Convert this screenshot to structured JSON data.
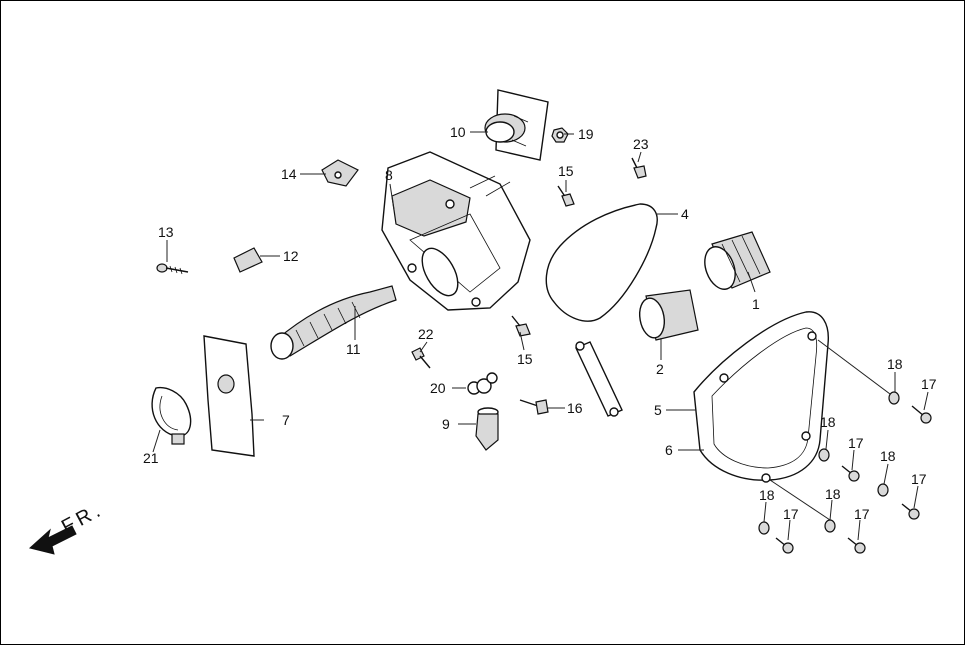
{
  "direction_label": "FR.",
  "callouts": {
    "c1": "1",
    "c2": "2",
    "c4": "4",
    "c5": "5",
    "c6": "6",
    "c7": "7",
    "c8": "8",
    "c9": "9",
    "c10": "10",
    "c11": "11",
    "c12": "12",
    "c13": "13",
    "c14": "14",
    "c15a": "15",
    "c15b": "15",
    "c16": "16",
    "c17a": "17",
    "c17b": "17",
    "c17c": "17",
    "c17d": "17",
    "c17e": "17",
    "c18a": "18",
    "c18b": "18",
    "c18c": "18",
    "c18d": "18",
    "c18e": "18",
    "c19": "19",
    "c20": "20",
    "c21": "21",
    "c22": "22",
    "c23": "23"
  }
}
